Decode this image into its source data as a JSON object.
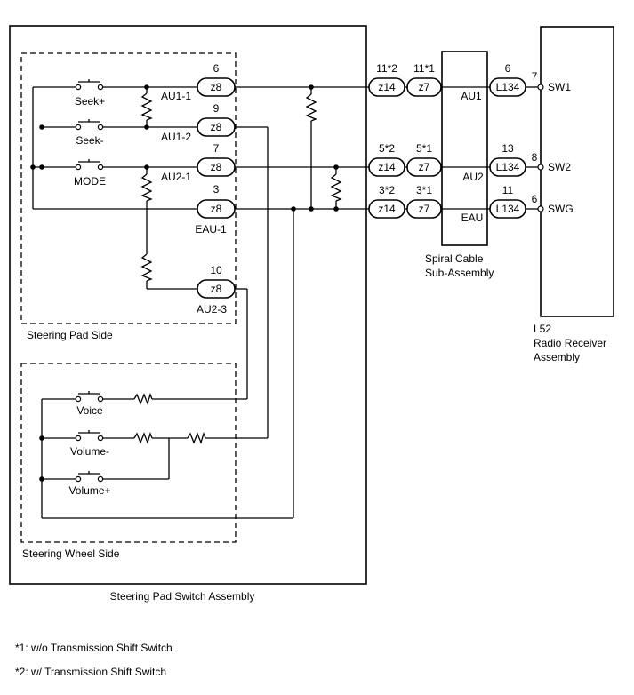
{
  "assemblies": {
    "switch_assembly": "Steering Pad Switch Assembly",
    "pad_side": "Steering Pad Side",
    "wheel_side": "Steering Wheel Side",
    "spiral_cable_line1": "Spiral Cable",
    "spiral_cable_line2": "Sub-Assembly",
    "radio_code": "L52",
    "radio_line1": "Radio Receiver",
    "radio_line2": "Assembly"
  },
  "switches": {
    "seek_plus": "Seek+",
    "seek_minus": "Seek-",
    "mode": "MODE",
    "voice": "Voice",
    "volume_minus": "Volume-",
    "volume_plus": "Volume+"
  },
  "pad_connectors": [
    {
      "pin": "6",
      "code": "z8",
      "label": "AU1-1"
    },
    {
      "pin": "9",
      "code": "z8",
      "label": "AU1-2"
    },
    {
      "pin": "7",
      "code": "z8",
      "label": "AU2-1"
    },
    {
      "pin": "3",
      "code": "z8",
      "label": "EAU-1"
    },
    {
      "pin": "10",
      "code": "z8",
      "label": "AU2-3"
    }
  ],
  "spiral_rows": [
    {
      "pin_a": "11*2",
      "code_a": "z14",
      "pin_b": "11*1",
      "code_b": "z7",
      "signal": "AU1",
      "pin_c": "6",
      "code_c": "L134",
      "radio_pin": "7",
      "radio_terminal": "SW1"
    },
    {
      "pin_a": "5*2",
      "code_a": "z14",
      "pin_b": "5*1",
      "code_b": "z7",
      "signal": "AU2",
      "pin_c": "13",
      "code_c": "L134",
      "radio_pin": "8",
      "radio_terminal": "SW2"
    },
    {
      "pin_a": "3*2",
      "code_a": "z14",
      "pin_b": "3*1",
      "code_b": "z7",
      "signal": "EAU",
      "pin_c": "11",
      "code_c": "L134",
      "radio_pin": "6",
      "radio_terminal": "SWG"
    }
  ],
  "notes": {
    "note1": "*1: w/o Transmission Shift Switch",
    "note2": "*2: w/ Transmission Shift Switch"
  }
}
